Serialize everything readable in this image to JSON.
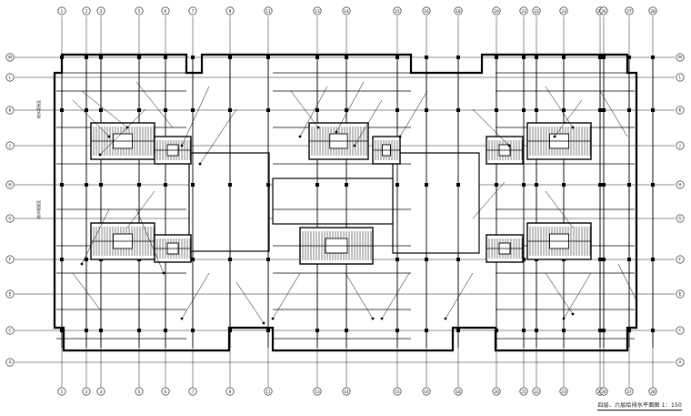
{
  "drawing": {
    "title": "四层、六层给排水平面图 1：150"
  },
  "grid": {
    "top_labels": [
      "1",
      "2",
      "3",
      "5",
      "6",
      "7",
      "9",
      "11",
      "13",
      "14",
      "15",
      "16",
      "18",
      "20",
      "21",
      "22",
      "23",
      "25",
      "26",
      "27",
      "28"
    ],
    "bottom_labels": [
      "1",
      "2",
      "3",
      "5",
      "6",
      "7",
      "9",
      "11",
      "13",
      "14",
      "15",
      "16",
      "18",
      "20",
      "21",
      "22",
      "23",
      "25",
      "26",
      "27",
      "28"
    ],
    "left_labels": [
      "M",
      "L",
      "K",
      "J",
      "H",
      "G",
      "F",
      "E",
      "C",
      "A"
    ],
    "right_labels": [
      "M",
      "L",
      "K",
      "J",
      "H",
      "G",
      "F",
      "E",
      "C",
      "A"
    ]
  },
  "annotations": {
    "left_notes": [
      "给水管接至",
      "给水管接至"
    ]
  },
  "colors": {
    "line": "#000000",
    "paper": "#ffffff"
  }
}
